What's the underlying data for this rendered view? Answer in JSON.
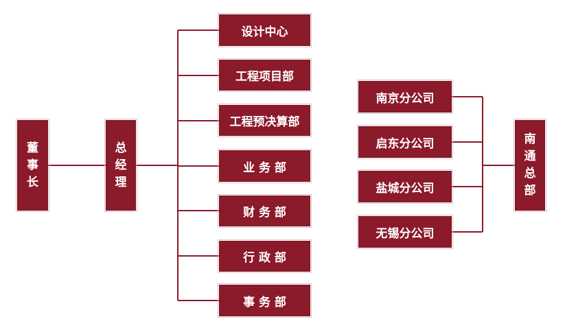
{
  "colors": {
    "box_fill": "#8b1a2b",
    "box_border": "#d9c3c7",
    "line": "#8b1a2b",
    "text": "#ffffff"
  },
  "org": {
    "chairman": {
      "label": "董事长",
      "chars": [
        "董",
        "事",
        "长"
      ]
    },
    "general_manager": {
      "label": "总经理",
      "chars": [
        "总",
        "经",
        "理"
      ]
    },
    "departments": [
      {
        "label": "设计中心"
      },
      {
        "label": "工程项目部"
      },
      {
        "label": "工程预决算部"
      },
      {
        "label": "业 务 部"
      },
      {
        "label": "财 务 部"
      },
      {
        "label": "行 政 部"
      },
      {
        "label": "事 务 部"
      }
    ],
    "nantong_hq": {
      "label": "南通总部",
      "chars": [
        "南",
        "通",
        "总",
        "部"
      ]
    },
    "branches": [
      {
        "label": "南京分公司"
      },
      {
        "label": "启东分公司"
      },
      {
        "label": "盐城分公司"
      },
      {
        "label": "无锡分公司"
      }
    ]
  }
}
